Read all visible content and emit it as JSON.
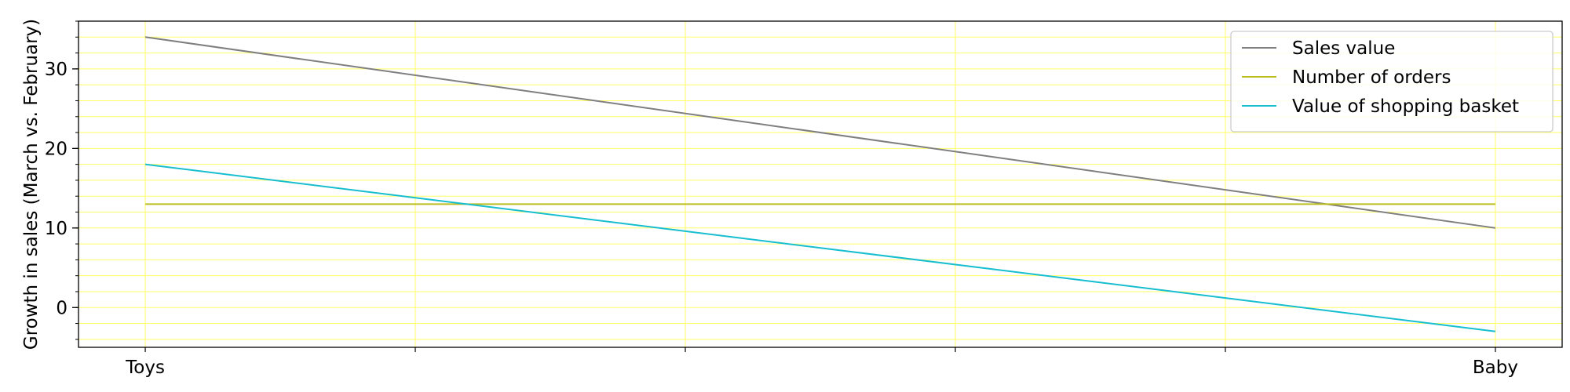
{
  "chart_data": {
    "type": "line",
    "categories": [
      "Toys",
      "Baby"
    ],
    "xlabel": "",
    "ylabel": "Growth in sales (March vs. February)",
    "ylim": [
      -5,
      36
    ],
    "yticks": [
      0,
      10,
      20,
      30
    ],
    "grid": true,
    "grid_color": "#ffff66",
    "legend_position": "top-right",
    "series": [
      {
        "name": "Sales value",
        "values": [
          34,
          10
        ],
        "color": "#7f7f7f"
      },
      {
        "name": "Number of orders",
        "values": [
          13,
          13
        ],
        "color": "#bcbd22"
      },
      {
        "name": "Value of shopping basket",
        "values": [
          18,
          -3
        ],
        "color": "#17becf"
      }
    ]
  }
}
